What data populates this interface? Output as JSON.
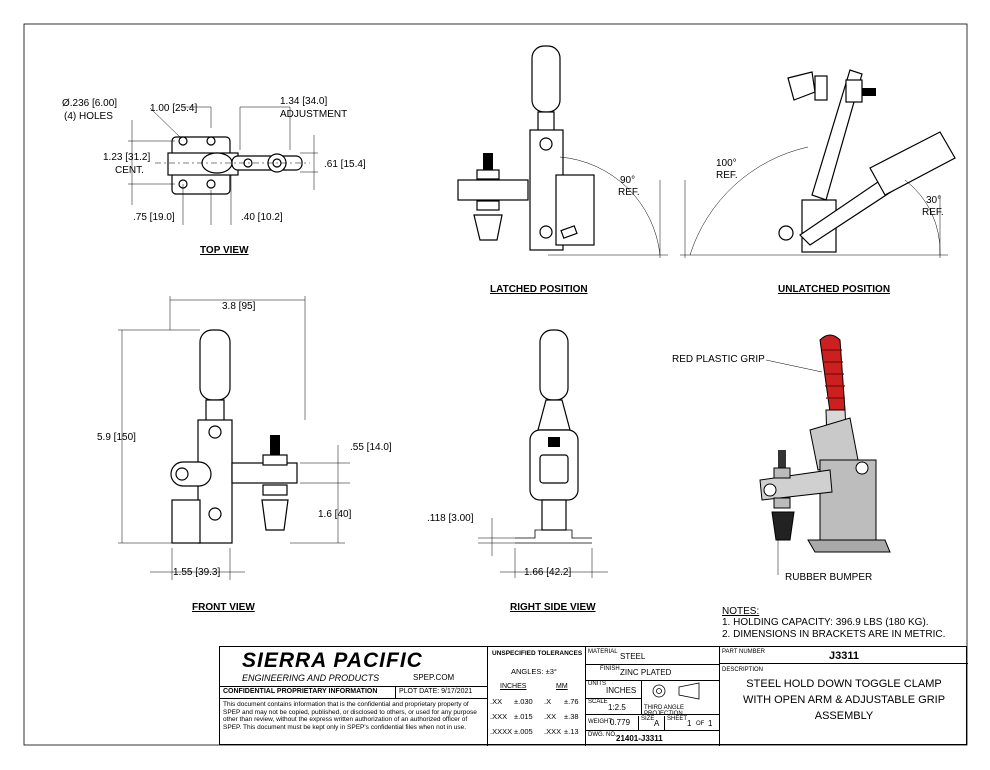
{
  "views": {
    "top": "TOP VIEW",
    "latched": "LATCHED POSITION",
    "unlatched": "UNLATCHED POSITION",
    "front": "FRONT VIEW",
    "right_side": "RIGHT SIDE VIEW"
  },
  "dimensions": {
    "holes_dia": "Ø.236 [6.00]",
    "holes_count": "(4) HOLES",
    "d1": "1.00 [25.4]",
    "adj": "1.34 [34.0]",
    "adj_label": "ADJUSTMENT",
    "cent": "1.23 [31.2]",
    "cent_label": "CENT.",
    "d61": ".61 [15.4]",
    "d75": ".75 [19.0]",
    "d40": ".40 [10.2]",
    "angle90": "90°",
    "angle100": "100°",
    "angle30": "30°",
    "ref": "REF.",
    "w38": "3.8 [95]",
    "h59": "5.9 [150]",
    "d55": ".55 [14.0]",
    "d16": "1.6 [40]",
    "d155": "1.55 [39.3]",
    "d118": ".118 [3.00]",
    "d166": "1.66 [42.2]"
  },
  "callouts": {
    "grip": "RED PLASTIC GRIP",
    "bumper": "RUBBER BUMPER"
  },
  "notes": {
    "heading": "NOTES:",
    "items": [
      "1.  HOLDING CAPACITY: 396.9 LBS (180 KG).",
      "2.  DIMENSIONS IN BRACKETS ARE IN METRIC."
    ]
  },
  "title_block": {
    "company": "SIERRA PACIFIC",
    "subtitle": "ENGINEERING AND PRODUCTS",
    "site": "SPEP.COM",
    "confidential_heading": "CONFIDENTIAL PROPRIETARY INFORMATION",
    "plot_date": "PLOT DATE:  9/17/2021",
    "confidential_text": "This document contains information that is the confidential and proprietary property of SPEP and may not be copied, published, or disclosed to others, or used for any purpose  other than review, without the express written authorization of an authorized officer of SPEP. This document must be kept only in SPEP's confidential files when not in use.",
    "tol_heading": "UNSPECIFIED TOLERANCES",
    "angles": "ANGLES: ±3°",
    "inches": "INCHES",
    "mm": "MM",
    "tol_rows": [
      [
        ".XX",
        "±.030",
        ".X",
        "±.76"
      ],
      [
        ".XXX",
        "±.015",
        ".XX",
        "±.38"
      ],
      [
        ".XXXX",
        "±.005",
        ".XXX",
        "±.13"
      ]
    ],
    "material_label": "MATERIAL",
    "material": "STEEL",
    "finish_label": "FINISH",
    "finish": "ZINC PLATED",
    "units_label": "UNITS",
    "units": "INCHES",
    "projection": "THIRD ANGLE PROJECTION",
    "scale_label": "SCALE",
    "scale": "1:2.5",
    "weight_label": "WEIGHT",
    "weight": "0.779",
    "size_label": "SIZE",
    "size": "A",
    "sheet_label": "SHEET",
    "sheet": "1",
    "of_label": "OF",
    "sheet_total": "1",
    "dwg_label": "DWG. NO.",
    "dwg": "21401-J3311",
    "part_label": "PART NUMBER",
    "part": "J3311",
    "desc_label": "DESCRIPTION",
    "desc_lines": [
      "STEEL HOLD DOWN TOGGLE CLAMP",
      "WITH OPEN ARM & ADJUSTABLE GRIP",
      "ASSEMBLY"
    ]
  }
}
